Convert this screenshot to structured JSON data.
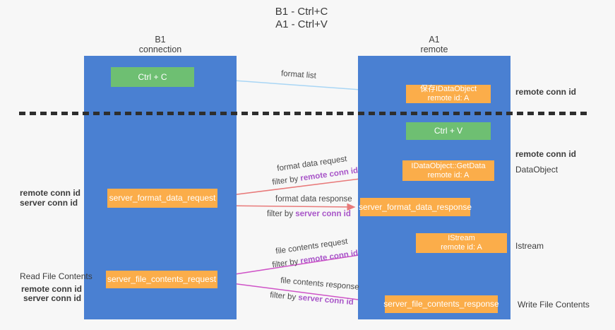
{
  "title": {
    "line1": "B1 - Ctrl+C",
    "line2": "A1 - Ctrl+V"
  },
  "lifelines": {
    "left": {
      "name": "B1",
      "role": "connection"
    },
    "right": {
      "name": "A1",
      "role": "remote"
    }
  },
  "nodes": {
    "ctrl_c": {
      "label": "Ctrl + C"
    },
    "ctrl_v": {
      "label": "Ctrl + V"
    },
    "save_dataobject": {
      "line1": "保存IDataObject",
      "line2": "remote id: A"
    },
    "getdata": {
      "line1": "IDataObject::GetData",
      "line2": "remote id: A"
    },
    "istream": {
      "line1": "IStream",
      "line2": "remote id: A"
    },
    "format_request": {
      "label": "server_format_data_request"
    },
    "format_response": {
      "label": "server_format_data_response"
    },
    "file_request": {
      "label": "server_file_contents_request"
    },
    "file_response": {
      "label": "server_file_contents_response"
    }
  },
  "arrows": {
    "format_list": {
      "label": "format list"
    },
    "format_data_request": {
      "label": "format data request",
      "filter_prefix": "filter by ",
      "filter_key": "remote conn id"
    },
    "format_data_response": {
      "label": "format data response",
      "filter_prefix": "filter by ",
      "filter_key": "server conn id"
    },
    "file_contents_request": {
      "label": "file contents request",
      "filter_prefix": "filter by ",
      "filter_key": "remote conn id"
    },
    "file_contents_response": {
      "label": "file contents response",
      "filter_prefix": "filter by ",
      "filter_key": "server conn id"
    }
  },
  "side_labels": {
    "right_remote_conn_top": "remote conn id",
    "right_remote_conn_mid": "remote conn id",
    "right_dataobject": "DataObject",
    "right_istream": "Istream",
    "right_write_file": "Write File Contents",
    "left_remote_conn_mid": "remote conn id",
    "left_server_conn_mid": "server conn id",
    "left_read_file": "Read File Contents",
    "left_remote_conn_bottom": "remote conn id",
    "left_server_conn_bottom": "server conn id"
  },
  "colors": {
    "lifeline_blue": "#4a80d2",
    "action_green": "#6ebf72",
    "message_orange": "#fbad4a",
    "arrow_red": "#e87a7a",
    "arrow_pink": "#cf53c7",
    "arrow_lightblue": "#a9d6f5",
    "arrow_black": "#333333",
    "label_purple": "#a855c8",
    "label_green": "#62b968"
  }
}
